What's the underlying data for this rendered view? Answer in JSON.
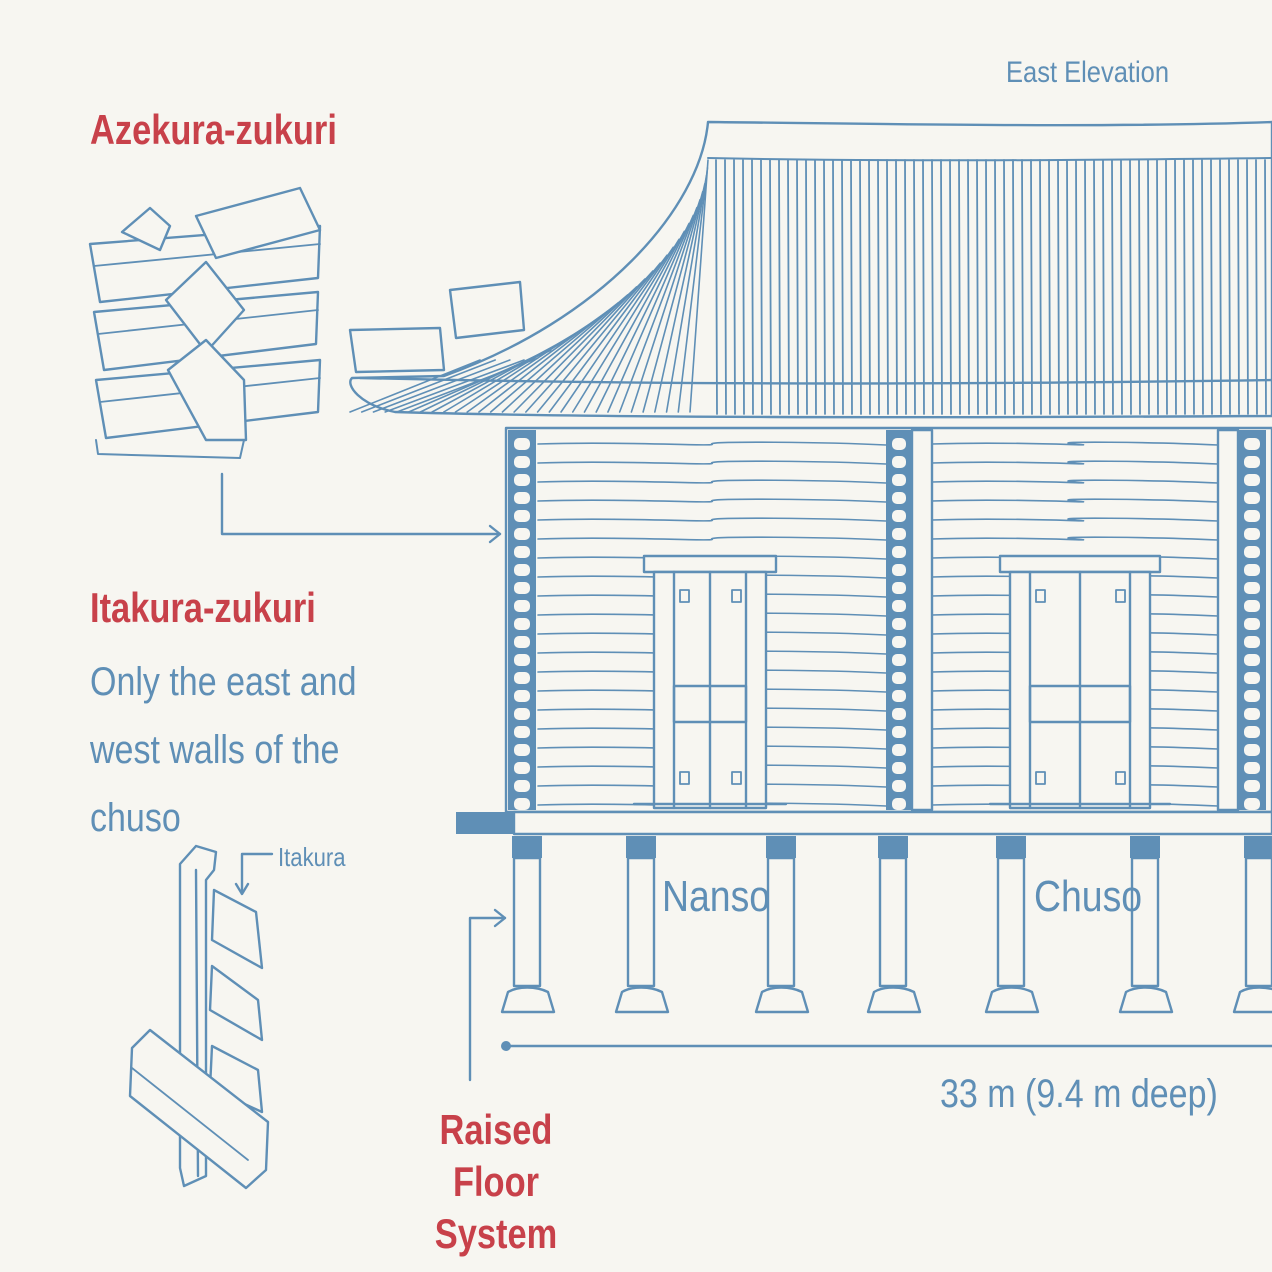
{
  "labels": {
    "azekura": "Azekura-zukuri",
    "itakura": "Itakura-zukuri",
    "itakura_desc": "Only the east and west walls of the chuso",
    "east_elevation": "East Elevation",
    "itakura_small": "Itakura",
    "nanso": "Nanso",
    "chuso": "Chuso",
    "dimension": "33 m (9.4 m deep)",
    "raised_floor": "Raised Floor System"
  },
  "colors": {
    "ink": "#5f8fb6",
    "accent": "#c8414a",
    "paper": "#f7f6f1"
  }
}
